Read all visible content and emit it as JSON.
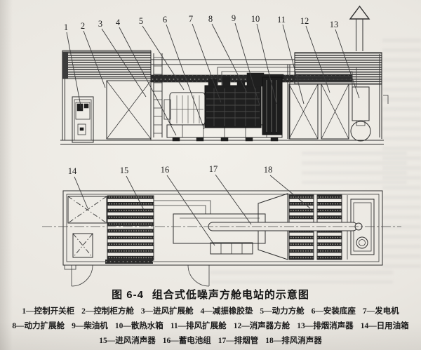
{
  "figure": {
    "caption_label": "图 6-4",
    "caption_title": "组合式低噪声方舱电站的示意图"
  },
  "callouts": {
    "side": [
      "1",
      "2",
      "3",
      "4",
      "5",
      "6",
      "7",
      "8",
      "9",
      "10",
      "11",
      "12",
      "13"
    ],
    "plan": [
      "14",
      "15",
      "16",
      "17",
      "18"
    ]
  },
  "legend": {
    "rows": [
      [
        "1—控制开关柜",
        "2—控制柜方舱",
        "3—进风扩展舱",
        "4—减振橡胶垫",
        "5—动力方舱",
        "6—安装底座",
        "7—发电机"
      ],
      [
        "8—动力扩展舱",
        "9—柴油机",
        "10—散热水箱",
        "11—排风扩展舱",
        "12—消声器方舱",
        "13—排烟消声器",
        "14—日用油箱"
      ],
      [
        "15—进风消声器",
        "16—蓄电池组",
        "17—排烟管",
        "18—排风消声器"
      ]
    ]
  },
  "colors": {
    "ink": "#2e2e2e",
    "paper": "#eae7e1",
    "dark_fill": "#1f1f1f"
  }
}
